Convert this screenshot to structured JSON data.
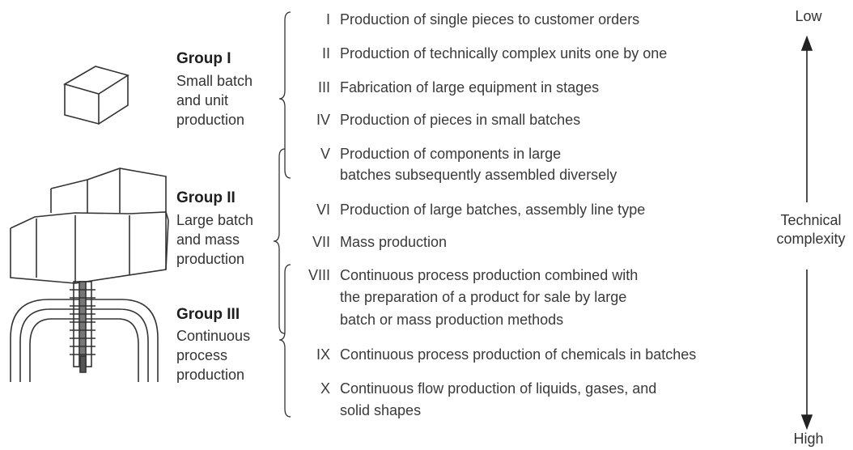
{
  "groups": [
    {
      "title": "Group I",
      "desc": [
        "Small batch",
        "and unit",
        "production"
      ],
      "icon": "box-icon"
    },
    {
      "title": "Group II",
      "desc": [
        "Large batch",
        "and mass",
        "production"
      ],
      "icon": "stacked-boxes-icon"
    },
    {
      "title": "Group III",
      "desc": [
        "Continuous",
        "process",
        "production"
      ],
      "icon": "pipes-icon"
    }
  ],
  "items": [
    {
      "num": "I",
      "lines": [
        "Production of single pieces to customer orders"
      ]
    },
    {
      "num": "II",
      "lines": [
        "Production of technically complex units one by one"
      ]
    },
    {
      "num": "III",
      "lines": [
        "Fabrication of large equipment in stages"
      ]
    },
    {
      "num": "IV",
      "lines": [
        "Production of pieces in small batches"
      ]
    },
    {
      "num": "V",
      "lines": [
        "Production of components in large",
        "batches subsequently assembled diversely"
      ]
    },
    {
      "num": "VI",
      "lines": [
        "Production of large batches, assembly line type"
      ]
    },
    {
      "num": "VII",
      "lines": [
        "Mass production"
      ]
    },
    {
      "num": "VIII",
      "lines": [
        "Continuous process production combined with",
        "the preparation of a product for sale by large",
        "batch or mass production methods"
      ]
    },
    {
      "num": "IX",
      "lines": [
        "Continuous process production of chemicals in batches"
      ]
    },
    {
      "num": "X",
      "lines": [
        "Continuous flow production of liquids, gases, and",
        "solid shapes"
      ]
    }
  ],
  "axis": {
    "top": "Low",
    "bottom": "High",
    "label": [
      "Technical",
      "complexity"
    ]
  },
  "colors": {
    "ink": "#333333",
    "title": "#1e1e1e"
  }
}
